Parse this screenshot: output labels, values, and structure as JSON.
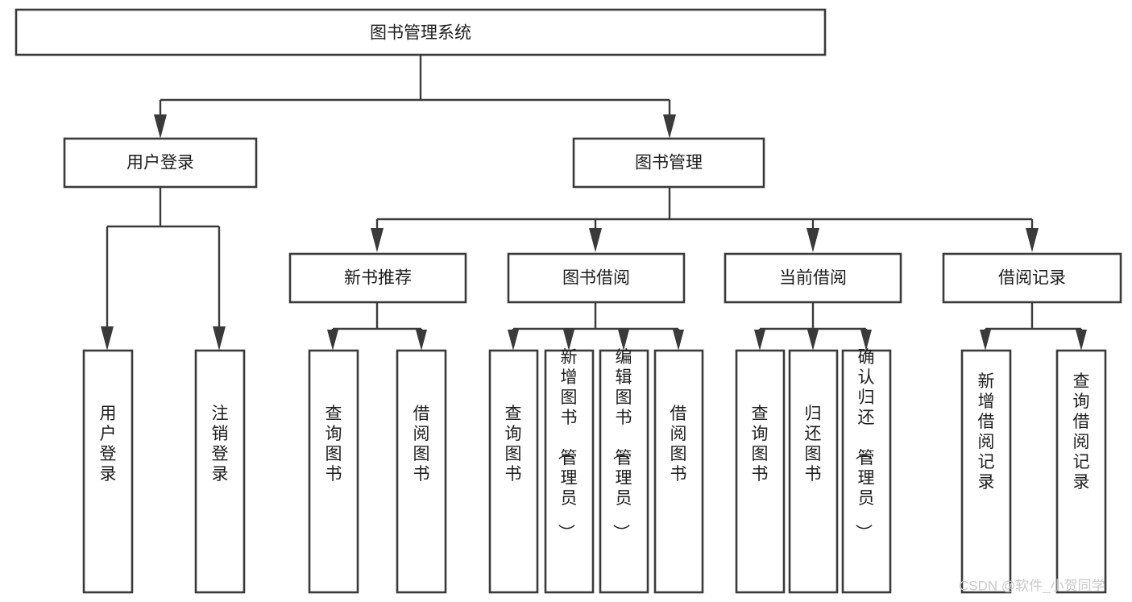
{
  "diagram": {
    "type": "tree",
    "title": "图书管理系统",
    "orientation": "top-down",
    "colors": {
      "stroke": "#3a3a3a",
      "box_fill": "#ffffff",
      "text": "#1d1d1d",
      "background": "#ffffff",
      "watermark": "#c9c9c9"
    },
    "watermark": "CSDN @软件_小贺同学",
    "nodes": {
      "root": {
        "label": "图书管理系统",
        "level": 0,
        "orient": "horizontal"
      },
      "l1": [
        {
          "id": "user_login",
          "label": "用户登录",
          "orient": "horizontal"
        },
        {
          "id": "book_mgmt",
          "label": "图书管理",
          "orient": "horizontal"
        }
      ],
      "l2": [
        {
          "id": "new_book_rec",
          "label": "新书推荐",
          "orient": "horizontal",
          "parent": "book_mgmt"
        },
        {
          "id": "book_borrow",
          "label": "图书借阅",
          "orient": "horizontal",
          "parent": "book_mgmt"
        },
        {
          "id": "current_borrow",
          "label": "当前借阅",
          "orient": "horizontal",
          "parent": "book_mgmt"
        },
        {
          "id": "borrow_record",
          "label": "借阅记录",
          "orient": "horizontal",
          "parent": "book_mgmt"
        }
      ],
      "leaves": [
        {
          "id": "leaf_user_login",
          "label": "用户登录",
          "orient": "vertical",
          "parent": "user_login"
        },
        {
          "id": "leaf_user_logout",
          "label": "注销登录",
          "orient": "vertical",
          "parent": "user_login"
        },
        {
          "id": "leaf_query_book_1",
          "label": "查询图书",
          "orient": "vertical",
          "parent": "new_book_rec"
        },
        {
          "id": "leaf_borrow_book_1",
          "label": "借阅图书",
          "orient": "vertical",
          "parent": "new_book_rec"
        },
        {
          "id": "leaf_query_book_2",
          "label": "查询图书",
          "orient": "vertical",
          "parent": "book_borrow"
        },
        {
          "id": "leaf_add_book",
          "label": "新增图书（管理员）",
          "orient": "vertical",
          "parent": "book_borrow"
        },
        {
          "id": "leaf_edit_book",
          "label": "编辑图书（管理员）",
          "orient": "vertical",
          "parent": "book_borrow"
        },
        {
          "id": "leaf_borrow_book_2",
          "label": "借阅图书",
          "orient": "vertical",
          "parent": "book_borrow"
        },
        {
          "id": "leaf_query_book_3",
          "label": "查询图书",
          "orient": "vertical",
          "parent": "current_borrow"
        },
        {
          "id": "leaf_return_book",
          "label": "归还图书",
          "orient": "vertical",
          "parent": "current_borrow"
        },
        {
          "id": "leaf_confirm_return",
          "label": "确认归还（管理员）",
          "orient": "vertical",
          "parent": "current_borrow"
        },
        {
          "id": "leaf_add_record",
          "label": "新增借阅记录",
          "orient": "vertical",
          "parent": "borrow_record"
        },
        {
          "id": "leaf_query_record",
          "label": "查询借阅记录",
          "orient": "vertical",
          "parent": "borrow_record"
        }
      ]
    }
  }
}
